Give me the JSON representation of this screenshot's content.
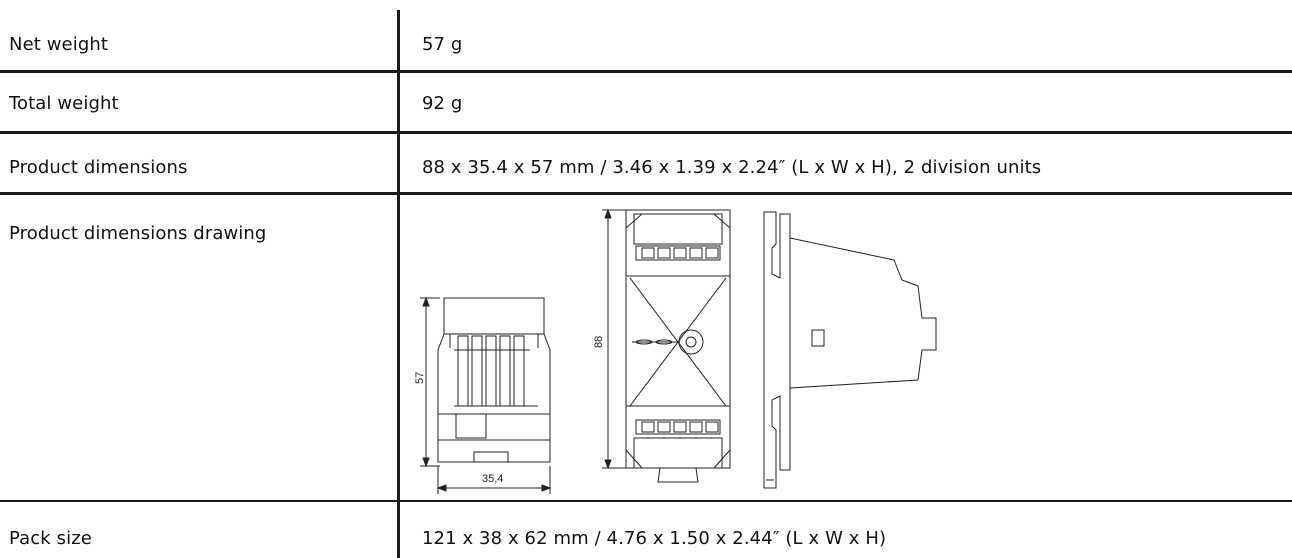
{
  "rows": [
    {
      "label": "Net weight",
      "value": "57 g"
    },
    {
      "label": "Total weight",
      "value": "92 g"
    },
    {
      "label": "Product dimensions",
      "value": "88 x 35.4 x 57 mm / 3.46 x 1.39 x 2.24″ (L x W x H), 2 division units"
    },
    {
      "label": "Product dimensions drawing",
      "value": ""
    },
    {
      "label": "Pack size",
      "value": "121 x 38 x 62 mm / 4.76 x 1.50 x 2.44″ (L x W x H)"
    }
  ],
  "drawing": {
    "dim_height": "57",
    "dim_width": "35,4",
    "dim_length": "88"
  }
}
